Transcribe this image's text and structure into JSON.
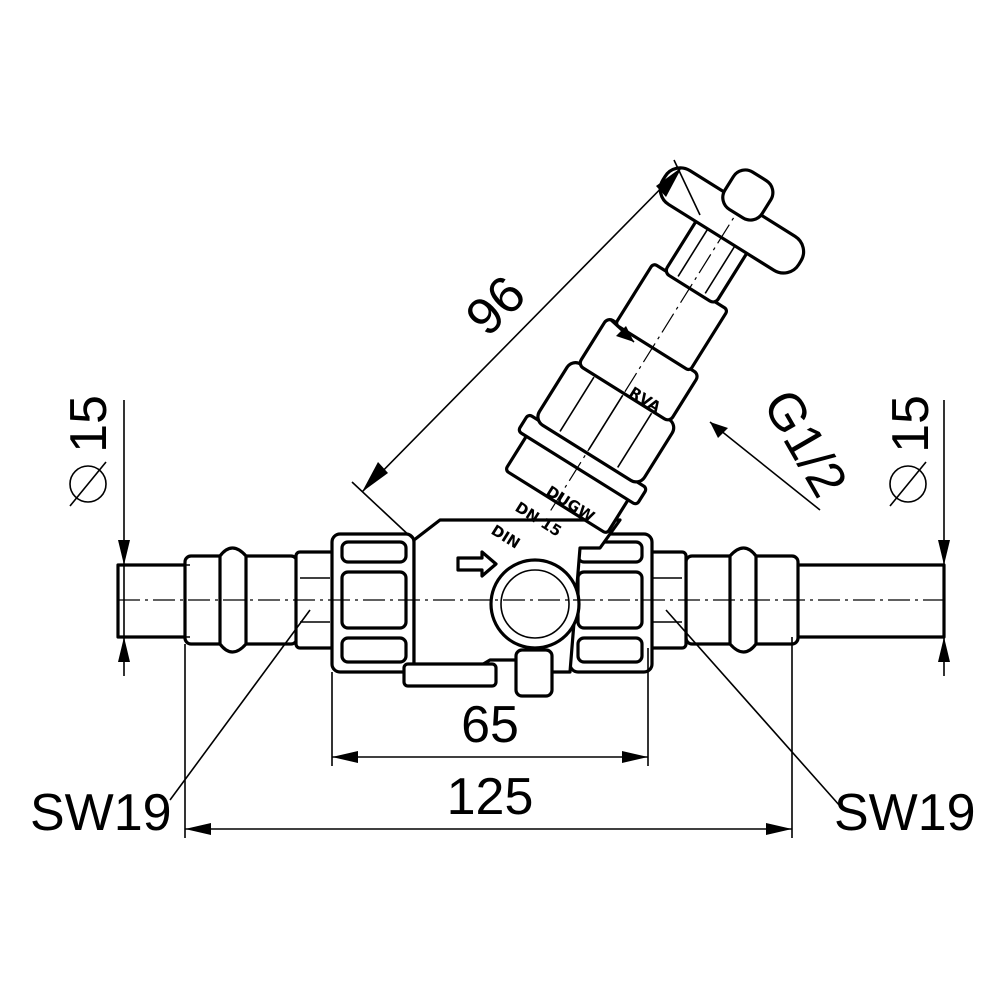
{
  "dimensions": {
    "stem_length": "96",
    "thread": "G1/2",
    "pipe_dia_left": "15",
    "pipe_dia_right": "15",
    "body_width": "65",
    "overall_length": "125",
    "wrench_left": "SW19",
    "wrench_right": "SW19"
  },
  "body_markings": {
    "brand": "RVA",
    "maker": "DUGW",
    "size": "DN 15",
    "standard": "DIN"
  }
}
